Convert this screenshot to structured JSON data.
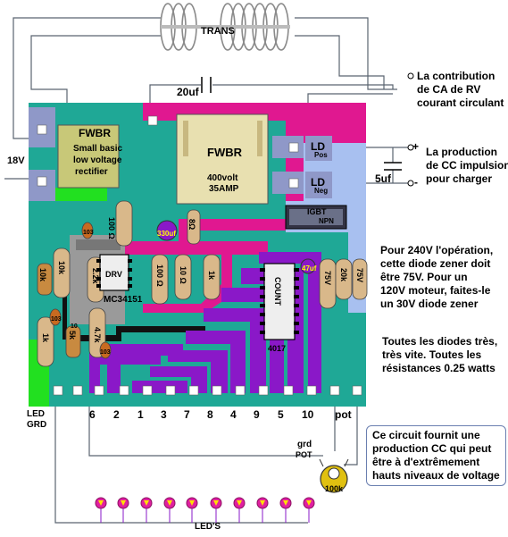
{
  "transformer_label": "TRANS",
  "cap_top_label": "20uf",
  "cap_right_label": "5uf",
  "input_label": "18V",
  "fwbr_small": {
    "title": "FWBR",
    "lines": [
      "Small basic",
      "low voltage",
      "rectifier"
    ]
  },
  "fwbr_big": {
    "title": "FWBR",
    "lines": [
      "400volt",
      "35AMP"
    ]
  },
  "ld_pos": {
    "top": "LD",
    "sub": "Pos"
  },
  "ld_neg": {
    "top": "LD",
    "sub": "Neg"
  },
  "plus_sign": "+",
  "minus_sign": "-",
  "igbt": {
    "top": "IGBT",
    "sub": "NPN"
  },
  "resistors": {
    "r100_top": "100 Ω",
    "r8": "8Ω",
    "r330": "330uf",
    "r10k": "10k",
    "r22k": "2.2k",
    "r10k_a": "10k",
    "drv": "DRV",
    "r100_mid": "100 Ω",
    "r10_mid": "10 Ω",
    "r1k_mid": "1k",
    "r47uf": "47uf",
    "r75v_a": "75V",
    "r20k": "20k",
    "r75v_b": "75V",
    "r1k_left": "1k",
    "r5k": "5k",
    "r47k": "4.7k",
    "r10_small": "10",
    "r103_a": "103",
    "r103_b": "103",
    "r103_c": "103"
  },
  "ic_driver": "MC34151",
  "ic_counter": {
    "name": "COUNT",
    "part": "4017"
  },
  "led_grd": [
    "LED",
    "GRD"
  ],
  "pin_numbers": [
    "6",
    "2",
    "1",
    "3",
    "7",
    "8",
    "4",
    "9",
    "5",
    "10"
  ],
  "pot_label": "pot",
  "grd_pot_label": [
    "grd",
    "POT"
  ],
  "pot_value": "100k",
  "leds_label": "LED'S",
  "notes": {
    "ac": [
      "La contribution",
      "de CA de RV",
      "courant circulant"
    ],
    "dc": [
      "La production",
      "de CC impulsion",
      "pour charger"
    ],
    "zener": [
      "Pour 240V l'opération,",
      "cette diode zener doit",
      "être 75V. Pour un",
      "120V moteur, faites-le",
      "un 30V diode zener"
    ],
    "diodes": [
      "Toutes les diodes très,",
      "très vite. Toutes les",
      "résistances 0.25 watts"
    ],
    "circuit": [
      "Ce circuit fournit une",
      "production CC qui peut",
      "être à d'extrêmement",
      "hauts niveaux de voltage"
    ]
  },
  "colors": {
    "board_green": "#1fa896",
    "magenta": "#e01890",
    "purple": "#8a18c8",
    "light_blue": "#a8c0f0",
    "bright_green": "#22e020",
    "pad_blue": "#8f98c8",
    "pin_white": "#ffffff"
  }
}
